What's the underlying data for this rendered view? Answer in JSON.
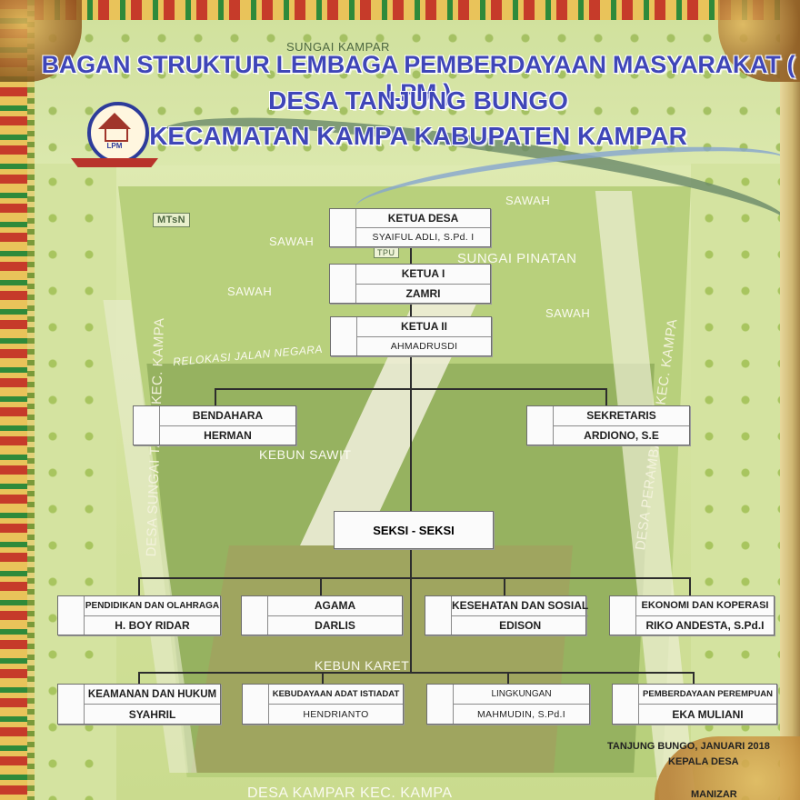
{
  "header": {
    "title_line1": "BAGAN STRUKTUR LEMBAGA PEMBERDAYAAN MASYARAKAT ( LPM )",
    "title_line2": "DESA TANJUNG BUNGO",
    "title_line3": "KECAMATAN KAMPA KABUPATEN KAMPAR",
    "logo_text": "LPM"
  },
  "map_labels": {
    "river_top": "SUNGAI KAMPAR",
    "school": "MTsN",
    "sawah_1": "SAWAH",
    "sawah_2": "SAWAH",
    "sawah_3": "SAWAH",
    "sawah_4": "SAWAH",
    "tpu": "TPU",
    "sungai_pinatan": "SUNGAI PINATAN",
    "relokasi": "RELOKASI JALAN NEGARA",
    "kebun_sawit": "KEBUN SAWIT",
    "kebun_karet": "KEBUN KARET",
    "left_border": "DESA SUNGAI TARAP KEC. KAMPA",
    "right_border": "DESA PERAMBAHAN KEC. KAMPA",
    "bottom_border": "DESA KAMPAR KEC. KAMPA"
  },
  "org": {
    "ketua_desa": {
      "role": "KETUA DESA",
      "name": "SYAIFUL ADLI, S.Pd. I"
    },
    "ketua_1": {
      "role": "KETUA I",
      "name": "ZAMRI"
    },
    "ketua_2": {
      "role": "KETUA II",
      "name": "AHMADRUSDI"
    },
    "bendahara": {
      "role": "BENDAHARA",
      "name": "HERMAN"
    },
    "sekretaris": {
      "role": "SEKRETARIS",
      "name": "ARDIONO, S.E"
    },
    "seksi": {
      "label": "SEKSI - SEKSI"
    },
    "sections_row1": [
      {
        "role": "PENDIDIKAN DAN OLAHRAGA",
        "name": "H. BOY RIDAR"
      },
      {
        "role": "AGAMA",
        "name": "DARLIS"
      },
      {
        "role": "KESEHATAN DAN SOSIAL",
        "name": "EDISON"
      },
      {
        "role": "EKONOMI DAN KOPERASI",
        "name": "RIKO ANDESTA, S.Pd.I"
      }
    ],
    "sections_row2": [
      {
        "role": "KEAMANAN DAN HUKUM",
        "name": "SYAHRIL"
      },
      {
        "role": "KEBUDAYAAN ADAT ISTIADAT",
        "name": "HENDRIANTO"
      },
      {
        "role": "LINGKUNGAN",
        "name": "MAHMUDIN, S.Pd.I"
      },
      {
        "role": "PEMBERDAYAAN PEREMPUAN",
        "name": "EKA MULIANI"
      }
    ]
  },
  "footer": {
    "place_date": "TANJUNG BUNGO,      JANUARI 2018",
    "position": "KEPALA DESA",
    "signatory": "MANIZAR"
  }
}
